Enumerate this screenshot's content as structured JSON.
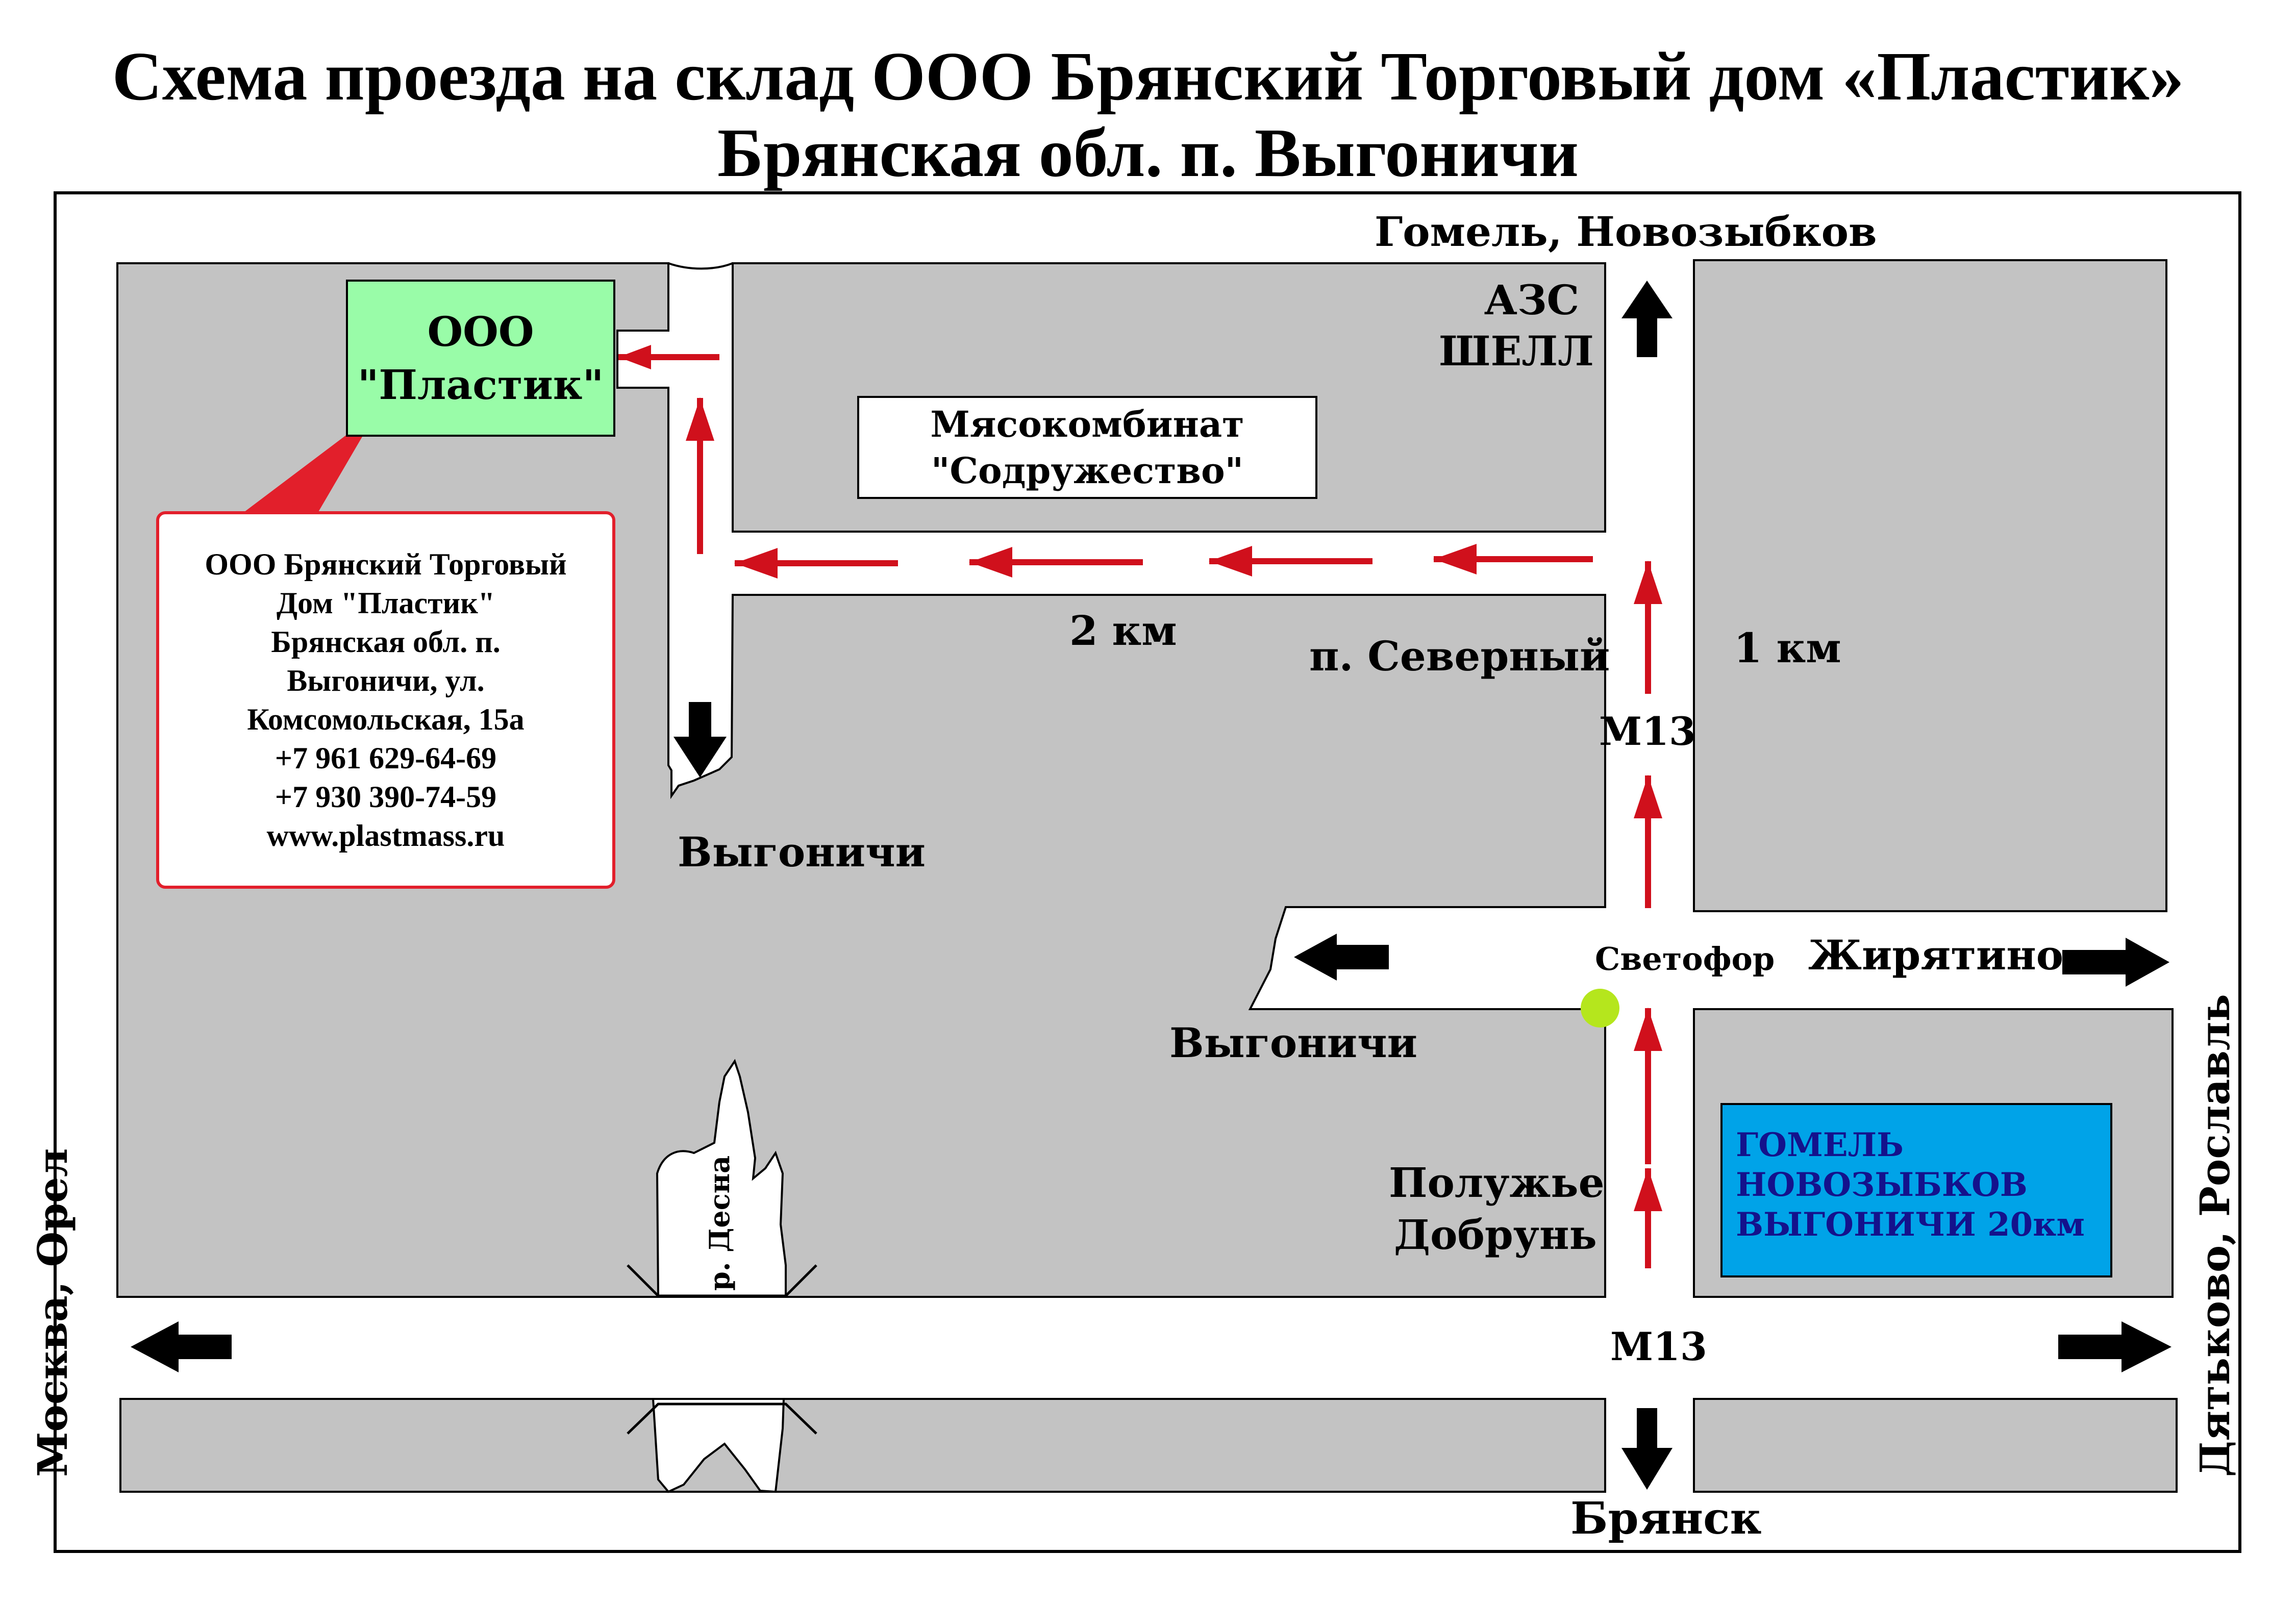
{
  "title": {
    "line1": "Схема проезда на склад ООО Брянский Торговый дом «Пластик»",
    "line2": "Брянская обл. п. Выгоничи"
  },
  "destination": {
    "line1": "ООО",
    "line2": "\"Пластик\""
  },
  "info_card": {
    "lines": [
      "ООО Брянский Торговый",
      "Дом \"Пластик\"",
      "Брянская обл. п.",
      "Выгоничи, ул.",
      "Комсомольская, 15а",
      "+7 961 629-64-69",
      "+7 930 390-74-59",
      "www.plastmass.ru"
    ]
  },
  "landmarks": {
    "meat_plant": {
      "line1": "Мясокомбинат",
      "line2": "\"Содружество\""
    },
    "gas_station": {
      "line1": "АЗС",
      "line2": "ШЕЛЛ"
    },
    "traffic_light": "Светофор",
    "village_north": "п. Северный",
    "river": "р. Десна"
  },
  "distances": {
    "road_west": "2 км",
    "road_north": "1 км"
  },
  "roads": {
    "m13_upper": "М13",
    "m13_lower": "М13"
  },
  "directions": {
    "north": "Гомель, Новозыбков",
    "south": "Брянск",
    "west_vertical": "Москва, Орел",
    "east_vertical": "Дятьково, Рославль",
    "zhiryatino": "Жирятино",
    "vygonichi_1": "Выгоничи",
    "vygonichi_2": "Выгоничи",
    "poluzhye": "Полужье",
    "dobrun": "Добрунь"
  },
  "sign": {
    "lines": [
      "ГОМЕЛЬ",
      "НОВОЗЫБКОВ",
      "ВЫГОНИЧИ 20км"
    ]
  },
  "colors": {
    "block": "#c3c3c3",
    "route_arrow": "#d0101c",
    "direction_arrow": "#000000",
    "destination_fill": "#99fca8",
    "sign_fill": "#00a3e8",
    "sign_text": "#14128c",
    "callout": "#e21f2b",
    "traffic_light": "#b5e61d"
  }
}
